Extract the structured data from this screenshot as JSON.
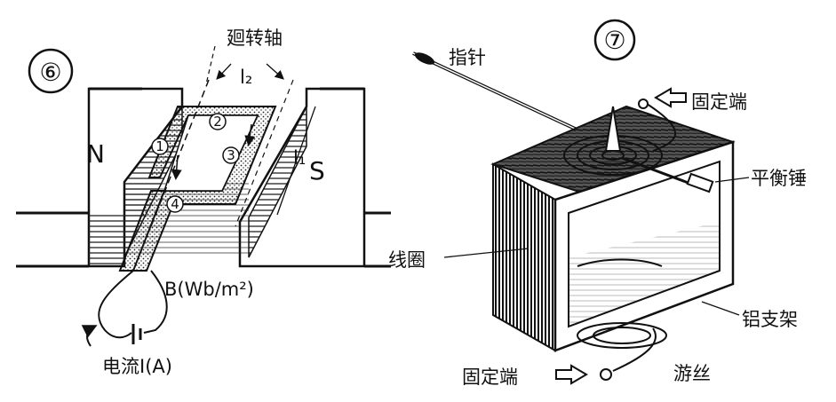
{
  "left_figure": {
    "number": "⑥",
    "label_axis": "廻转轴",
    "label_l2": "l₂",
    "label_l1": "l₁",
    "label_N": "N",
    "label_S": "S",
    "label_B": "B(Wb/m²)",
    "label_current": "电流I(A)",
    "side_1": "1",
    "side_2": "2",
    "side_3": "3",
    "side_4": "4"
  },
  "right_figure": {
    "number": "⑦",
    "label_pointer": "指针",
    "label_fixed_end_top": "固定端",
    "label_balance_weight": "平衡锤",
    "label_coil": "线圈",
    "label_aluminum_frame": "铝支架",
    "label_hairspring": "游丝",
    "label_fixed_end_bottom": "固定端"
  }
}
